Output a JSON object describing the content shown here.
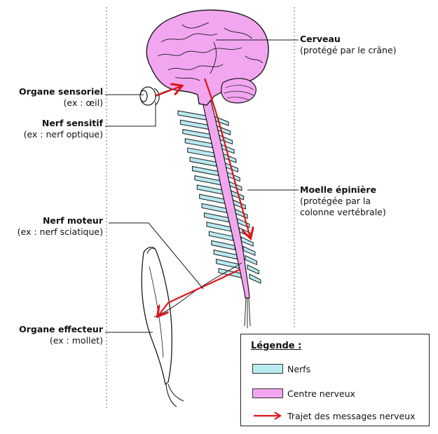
{
  "labels": {
    "cerveau": {
      "title": "Cerveau",
      "sub": "(protégé par le crâne)"
    },
    "organe_sensoriel": {
      "title": "Organe sensoriel",
      "sub": "(ex : œil)"
    },
    "nerf_sensitif": {
      "title": "Nerf sensitif",
      "sub": "(ex : nerf optique)"
    },
    "moelle": {
      "title": "Moelle épinière",
      "sub1": "(protégée par la",
      "sub2": "colonne vertébrale)"
    },
    "nerf_moteur": {
      "title": "Nerf moteur",
      "sub": "(ex : nerf sciatique)"
    },
    "organe_effecteur": {
      "title": "Organe effecteur",
      "sub": "(ex : mollet)"
    }
  },
  "legend": {
    "title": "Légende :",
    "items": [
      {
        "label": "Nerfs",
        "color": "#b8eaf0"
      },
      {
        "label": "Centre nerveux",
        "color": "#f2a6f0"
      },
      {
        "label": "Trajet des messages nerveux",
        "color": "#e0141b"
      }
    ]
  },
  "colors": {
    "brain": "#f2a6f0",
    "nerves": "#b8eaf0",
    "arrow": "#e0141b",
    "outline": "#1a1a1a"
  }
}
